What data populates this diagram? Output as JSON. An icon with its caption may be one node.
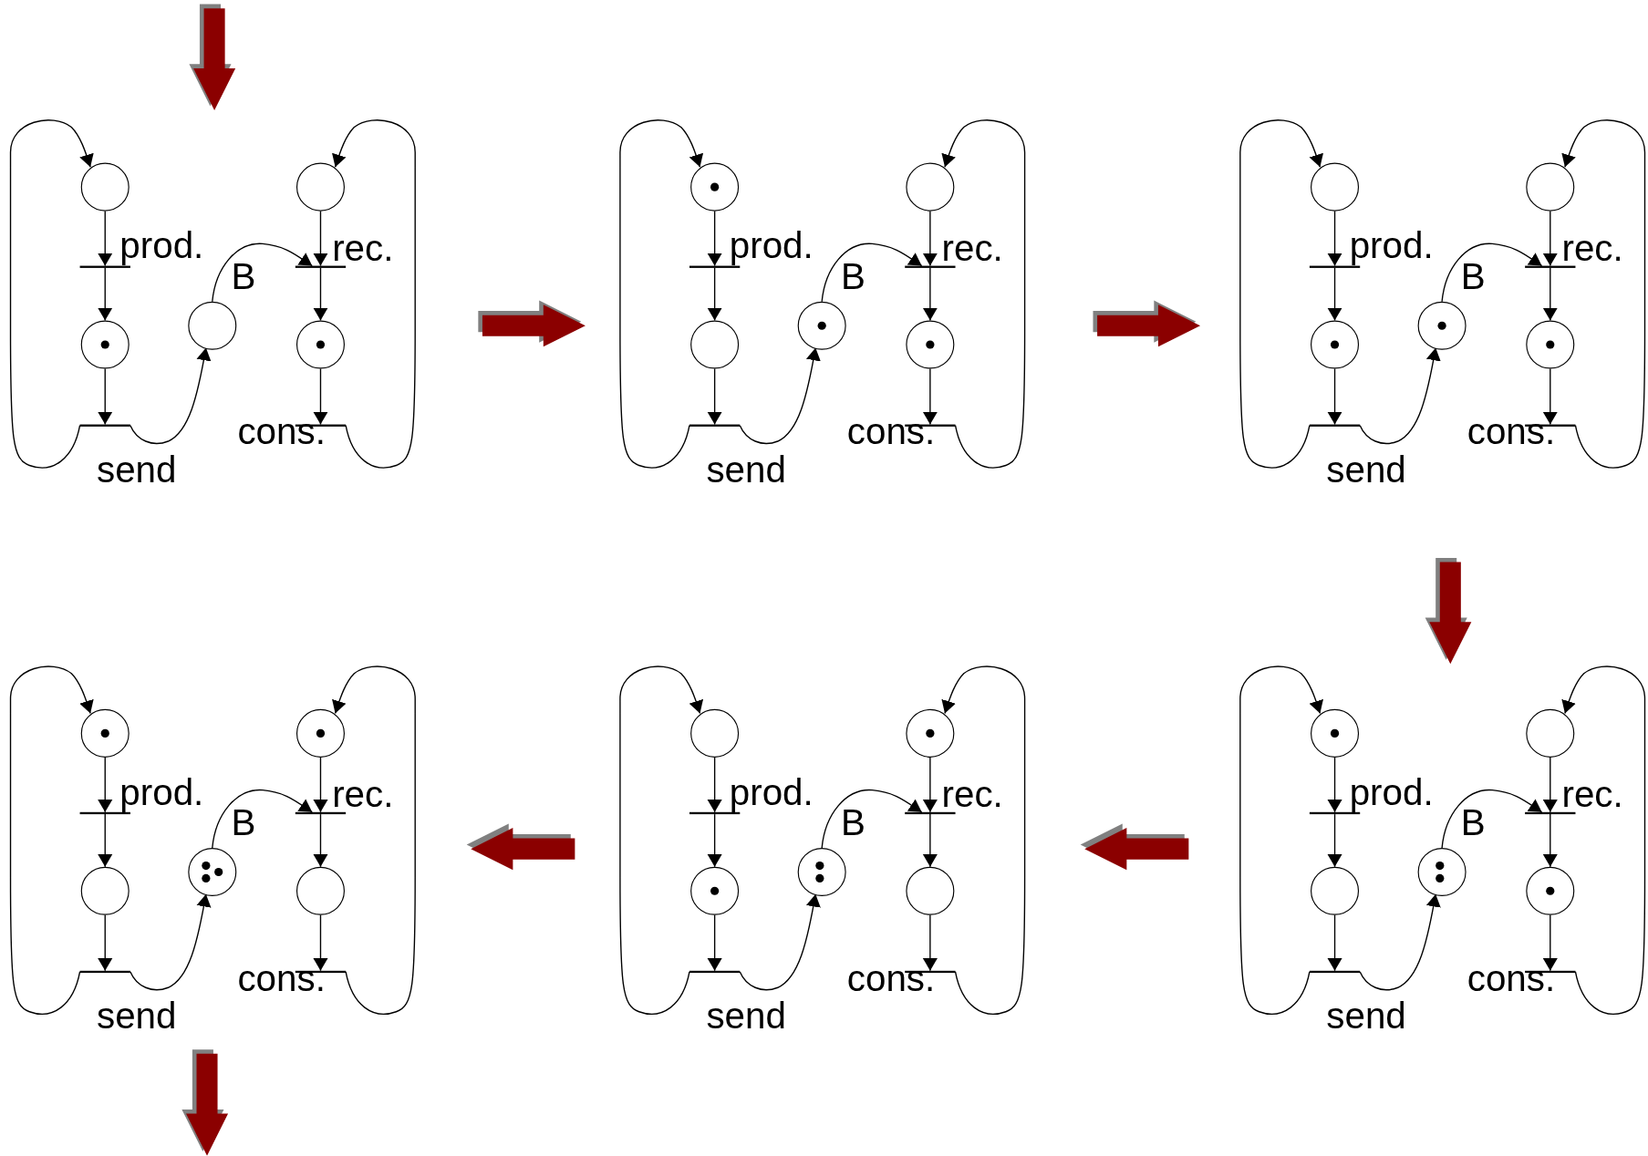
{
  "diagram": {
    "nodes": [
      {
        "text": [],
        "shape": "circle"
      },
      {
        "text": [],
        "shape": "circle"
      },
      {
        "text": [],
        "shape": "bar",
        "beside": [
          "prod."
        ]
      },
      {
        "text": [],
        "shape": "bar",
        "beside": [
          "rec."
        ]
      },
      {
        "text": [],
        "shape": "circle",
        "beside": [
          "B"
        ]
      },
      {
        "text": [],
        "shape": "circle"
      },
      {
        "text": [],
        "shape": "circle"
      },
      {
        "text": [],
        "shape": "bar",
        "beside": [
          "send"
        ]
      },
      {
        "text": [],
        "shape": "bar",
        "beside": [
          "cons."
        ]
      },
      {
        "text": [],
        "shape": "circle"
      },
      {
        "text": [],
        "shape": "circle"
      },
      {
        "text": [],
        "shape": "bar",
        "beside": [
          "prod."
        ]
      },
      {
        "text": [],
        "shape": "bar",
        "beside": [
          "rec."
        ]
      },
      {
        "text": [],
        "shape": "circle",
        "beside": [
          "B"
        ]
      },
      {
        "text": [],
        "shape": "circle"
      },
      {
        "text": [],
        "shape": "circle"
      },
      {
        "text": [],
        "shape": "bar",
        "beside": [
          "send"
        ]
      },
      {
        "text": [],
        "shape": "bar",
        "beside": [
          "cons."
        ]
      },
      {
        "text": [],
        "shape": "circle"
      },
      {
        "text": [],
        "shape": "circle"
      },
      {
        "text": [],
        "shape": "bar",
        "beside": [
          "prod."
        ]
      },
      {
        "text": [],
        "shape": "bar",
        "beside": [
          "rec."
        ]
      },
      {
        "text": [],
        "shape": "circle",
        "beside": [
          "B"
        ]
      },
      {
        "text": [],
        "shape": "circle"
      },
      {
        "text": [],
        "shape": "circle"
      },
      {
        "text": [],
        "shape": "bar",
        "beside": [
          "send"
        ]
      },
      {
        "text": [],
        "shape": "bar",
        "beside": [
          "cons."
        ]
      },
      {
        "text": [],
        "shape": "circle"
      },
      {
        "text": [],
        "shape": "circle"
      },
      {
        "text": [],
        "shape": "bar",
        "beside": [
          "prod."
        ]
      },
      {
        "text": [],
        "shape": "bar",
        "beside": [
          "rec."
        ]
      },
      {
        "text": [],
        "shape": "circle",
        "beside": [
          "B"
        ]
      },
      {
        "text": [],
        "shape": "circle"
      },
      {
        "text": [],
        "shape": "circle"
      },
      {
        "text": [],
        "shape": "bar",
        "beside": [
          "send"
        ]
      },
      {
        "text": [],
        "shape": "bar",
        "beside": [
          "cons."
        ]
      },
      {
        "text": [],
        "shape": "circle"
      },
      {
        "text": [],
        "shape": "circle"
      },
      {
        "text": [],
        "shape": "bar",
        "beside": [
          "prod."
        ]
      },
      {
        "text": [],
        "shape": "bar",
        "beside": [
          "rec."
        ]
      },
      {
        "text": [],
        "shape": "circle",
        "beside": [
          "B"
        ]
      },
      {
        "text": [],
        "shape": "circle"
      },
      {
        "text": [],
        "shape": "circle"
      },
      {
        "text": [],
        "shape": "bar",
        "beside": [
          "send"
        ]
      },
      {
        "text": [],
        "shape": "bar",
        "beside": [
          "cons."
        ]
      },
      {
        "text": [],
        "shape": "circle"
      },
      {
        "text": [],
        "shape": "circle"
      },
      {
        "text": [],
        "shape": "bar",
        "beside": [
          "prod."
        ]
      },
      {
        "text": [],
        "shape": "bar",
        "beside": [
          "rec."
        ]
      },
      {
        "text": [],
        "shape": "circle",
        "beside": [
          "B"
        ]
      },
      {
        "text": [],
        "shape": "circle"
      },
      {
        "text": [],
        "shape": "circle"
      },
      {
        "text": [],
        "shape": "bar",
        "beside": [
          "send"
        ]
      },
      {
        "text": [],
        "shape": "bar",
        "beside": [
          "cons."
        ]
      },
      {
        "text": [],
        "shape": "dot",
        "in": 5
      },
      {
        "text": [],
        "shape": "dot",
        "in": 6
      },
      {
        "text": [],
        "shape": "dot",
        "in": 9
      },
      {
        "text": [],
        "shape": "dot",
        "in": 13
      },
      {
        "text": [],
        "shape": "dot",
        "in": 15
      },
      {
        "text": [],
        "shape": "dot",
        "in": 22
      },
      {
        "text": [],
        "shape": "dot",
        "in": 23
      },
      {
        "text": [],
        "shape": "dot",
        "in": 24
      },
      {
        "text": [],
        "shape": "dot",
        "in": 27
      },
      {
        "text": [],
        "shape": "dot",
        "in": 28
      },
      {
        "text": [],
        "shape": "dot",
        "in": 31
      },
      {
        "text": [],
        "shape": "dot",
        "in": 31
      },
      {
        "text": [],
        "shape": "dot",
        "in": 31
      },
      {
        "text": [],
        "shape": "dot",
        "in": 37
      },
      {
        "text": [],
        "shape": "dot",
        "in": 40
      },
      {
        "text": [],
        "shape": "dot",
        "in": 40
      },
      {
        "text": [],
        "shape": "dot",
        "in": 41
      },
      {
        "text": [],
        "shape": "dot",
        "in": 45
      },
      {
        "text": [],
        "shape": "dot",
        "in": 49
      },
      {
        "text": [],
        "shape": "dot",
        "in": 49
      },
      {
        "text": [],
        "shape": "dot",
        "in": 51
      }
    ],
    "edges": [
      {
        "from": 0,
        "to": 2,
        "arrow": "to"
      },
      {
        "from": 2,
        "to": 5,
        "arrow": "to"
      },
      {
        "from": 5,
        "to": 7,
        "arrow": "to"
      },
      {
        "from": 7,
        "to": 0,
        "arrow": "to"
      },
      {
        "from": 7,
        "to": 4,
        "arrow": "to"
      },
      {
        "from": 4,
        "to": 3,
        "arrow": "to"
      },
      {
        "from": 1,
        "to": 3,
        "arrow": "to"
      },
      {
        "from": 3,
        "to": 6,
        "arrow": "to"
      },
      {
        "from": 6,
        "to": 8,
        "arrow": "to"
      },
      {
        "from": 8,
        "to": 1,
        "arrow": "to"
      },
      {
        "from": 9,
        "to": 11,
        "arrow": "to"
      },
      {
        "from": 11,
        "to": 14,
        "arrow": "to"
      },
      {
        "from": 14,
        "to": 16,
        "arrow": "to"
      },
      {
        "from": 16,
        "to": 9,
        "arrow": "to"
      },
      {
        "from": 16,
        "to": 13,
        "arrow": "to"
      },
      {
        "from": 13,
        "to": 12,
        "arrow": "to"
      },
      {
        "from": 10,
        "to": 12,
        "arrow": "to"
      },
      {
        "from": 12,
        "to": 15,
        "arrow": "to"
      },
      {
        "from": 15,
        "to": 17,
        "arrow": "to"
      },
      {
        "from": 17,
        "to": 10,
        "arrow": "to"
      },
      {
        "from": 18,
        "to": 20,
        "arrow": "to"
      },
      {
        "from": 20,
        "to": 23,
        "arrow": "to"
      },
      {
        "from": 23,
        "to": 25,
        "arrow": "to"
      },
      {
        "from": 25,
        "to": 18,
        "arrow": "to"
      },
      {
        "from": 25,
        "to": 22,
        "arrow": "to"
      },
      {
        "from": 22,
        "to": 21,
        "arrow": "to"
      },
      {
        "from": 19,
        "to": 21,
        "arrow": "to"
      },
      {
        "from": 21,
        "to": 24,
        "arrow": "to"
      },
      {
        "from": 24,
        "to": 26,
        "arrow": "to"
      },
      {
        "from": 26,
        "to": 19,
        "arrow": "to"
      },
      {
        "from": 27,
        "to": 29,
        "arrow": "to"
      },
      {
        "from": 29,
        "to": 32,
        "arrow": "to"
      },
      {
        "from": 32,
        "to": 34,
        "arrow": "to"
      },
      {
        "from": 34,
        "to": 27,
        "arrow": "to"
      },
      {
        "from": 34,
        "to": 31,
        "arrow": "to"
      },
      {
        "from": 31,
        "to": 30,
        "arrow": "to"
      },
      {
        "from": 28,
        "to": 30,
        "arrow": "to"
      },
      {
        "from": 30,
        "to": 33,
        "arrow": "to"
      },
      {
        "from": 33,
        "to": 35,
        "arrow": "to"
      },
      {
        "from": 35,
        "to": 28,
        "arrow": "to"
      },
      {
        "from": 36,
        "to": 38,
        "arrow": "to"
      },
      {
        "from": 38,
        "to": 41,
        "arrow": "to"
      },
      {
        "from": 41,
        "to": 43,
        "arrow": "to"
      },
      {
        "from": 43,
        "to": 36,
        "arrow": "to"
      },
      {
        "from": 43,
        "to": 40,
        "arrow": "to"
      },
      {
        "from": 40,
        "to": 39,
        "arrow": "to"
      },
      {
        "from": 37,
        "to": 39,
        "arrow": "to"
      },
      {
        "from": 39,
        "to": 42,
        "arrow": "to"
      },
      {
        "from": 42,
        "to": 44,
        "arrow": "to"
      },
      {
        "from": 44,
        "to": 37,
        "arrow": "to"
      },
      {
        "from": 45,
        "to": 47,
        "arrow": "to"
      },
      {
        "from": 47,
        "to": 50,
        "arrow": "to"
      },
      {
        "from": 50,
        "to": 52,
        "arrow": "to"
      },
      {
        "from": 52,
        "to": 45,
        "arrow": "to"
      },
      {
        "from": 52,
        "to": 49,
        "arrow": "to"
      },
      {
        "from": 49,
        "to": 48,
        "arrow": "to"
      },
      {
        "from": 46,
        "to": 48,
        "arrow": "to"
      },
      {
        "from": 48,
        "to": 51,
        "arrow": "to"
      },
      {
        "from": 51,
        "to": 53,
        "arrow": "to"
      },
      {
        "from": 53,
        "to": 46,
        "arrow": "to"
      }
    ]
  }
}
